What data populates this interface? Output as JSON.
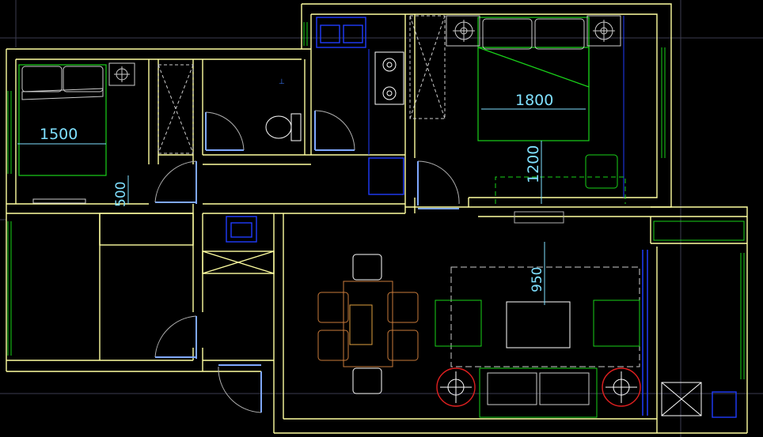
{
  "dimensions": {
    "master_bed_width": "1800",
    "master_clearance": "1200",
    "second_bed_width": "1500",
    "second_bed_clearance": "500",
    "living_clearance": "950"
  },
  "colors": {
    "wall": "#ffffa0",
    "fixture": "#ffffff",
    "furniture": "#19d219",
    "appliance": "#1f3cff",
    "door": "#b0b0b0",
    "dining": "#c87a3a",
    "dimension": "#7fe0ff",
    "accent": "#e02020",
    "grid": "#3c3c50"
  }
}
